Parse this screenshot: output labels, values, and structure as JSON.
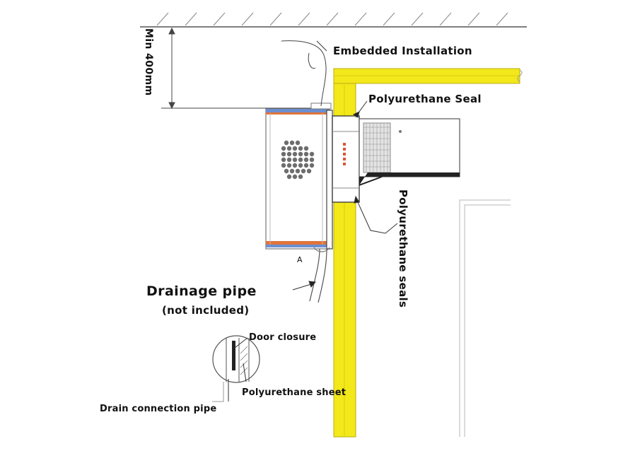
{
  "diagram": {
    "clearance_label": "Min 400mm",
    "labels": {
      "embedded_installation": "Embedded Installation",
      "polyurethane_seal": "Polyurethane Seal",
      "polyurethane_seals": "Polyurethane seals",
      "drainage_pipe": "Drainage pipe",
      "not_included": "(not included)",
      "door_closure": "Door closure",
      "polyurethane_sheet": "Polyurethane sheet",
      "drain_connection_pipe": "Drain connection pipe",
      "detail_marker": "A"
    },
    "colors": {
      "insulation_panel": "#f2e81a",
      "panel_edge": "#c8bd10",
      "seal_orange": "#e0743a",
      "seal_blue": "#6b8fd0",
      "line": "#222222",
      "hatch": "#555555"
    }
  }
}
